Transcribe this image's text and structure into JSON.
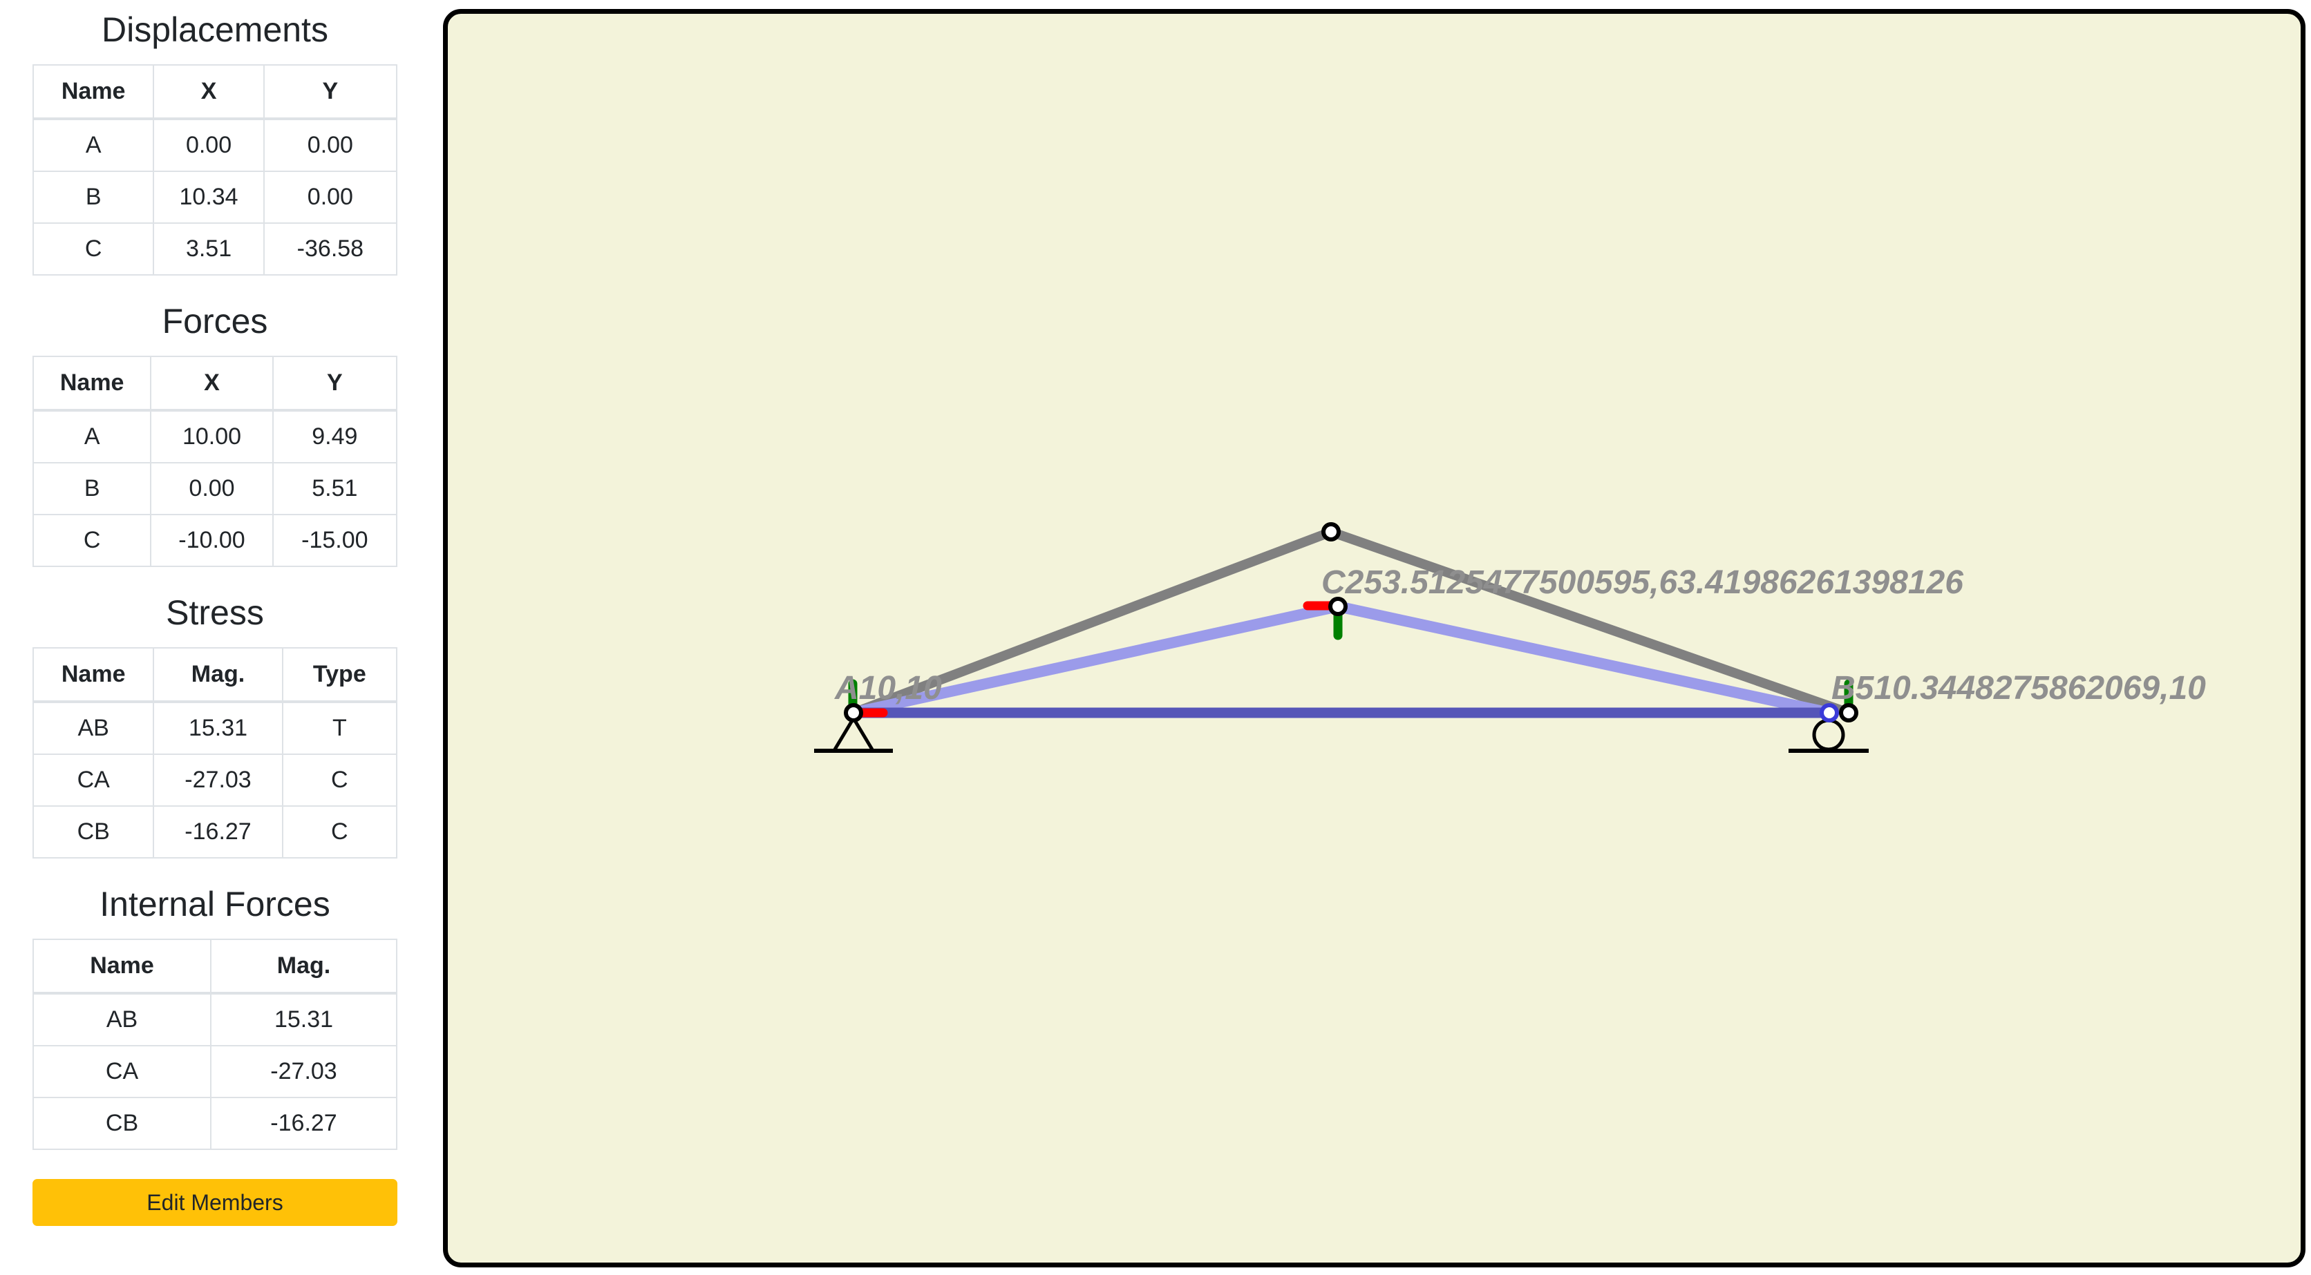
{
  "colors": {
    "canvas_bg": "#f3f3da",
    "original_member": "#808080",
    "deformed_member_light": "#9b9bea",
    "deformed_member_dark": "#5656b8",
    "reaction_x": "#ff0000",
    "reaction_y": "#008000",
    "button_bg": "#ffc107"
  },
  "displacements": {
    "title": "Displacements",
    "headers": [
      "Name",
      "X",
      "Y"
    ],
    "rows": [
      {
        "name": "A",
        "x": "0.00",
        "y": "0.00"
      },
      {
        "name": "B",
        "x": "10.34",
        "y": "0.00"
      },
      {
        "name": "C",
        "x": "3.51",
        "y": "-36.58"
      }
    ]
  },
  "forces": {
    "title": "Forces",
    "headers": [
      "Name",
      "X",
      "Y"
    ],
    "rows": [
      {
        "name": "A",
        "x": "10.00",
        "y": "9.49"
      },
      {
        "name": "B",
        "x": "0.00",
        "y": "5.51"
      },
      {
        "name": "C",
        "x": "-10.00",
        "y": "-15.00"
      }
    ]
  },
  "stress": {
    "title": "Stress",
    "headers": [
      "Name",
      "Mag.",
      "Type"
    ],
    "rows": [
      {
        "name": "AB",
        "mag": "15.31",
        "type": "T"
      },
      {
        "name": "CA",
        "mag": "-27.03",
        "type": "C"
      },
      {
        "name": "CB",
        "mag": "-16.27",
        "type": "C"
      }
    ]
  },
  "internal_forces": {
    "title": "Internal Forces",
    "headers": [
      "Name",
      "Mag."
    ],
    "rows": [
      {
        "name": "AB",
        "mag": "15.31"
      },
      {
        "name": "CA",
        "mag": "-27.03"
      },
      {
        "name": "CB",
        "mag": "-16.27"
      }
    ]
  },
  "edit_button": {
    "label": "Edit Members"
  },
  "canvas": {
    "node_labels": {
      "A": "A10,10",
      "B": "B510.3448275862069,10",
      "C": "C253.5125477500595,63.41986261398126"
    },
    "supports": {
      "A": "pin-support",
      "B": "roller-support"
    }
  }
}
